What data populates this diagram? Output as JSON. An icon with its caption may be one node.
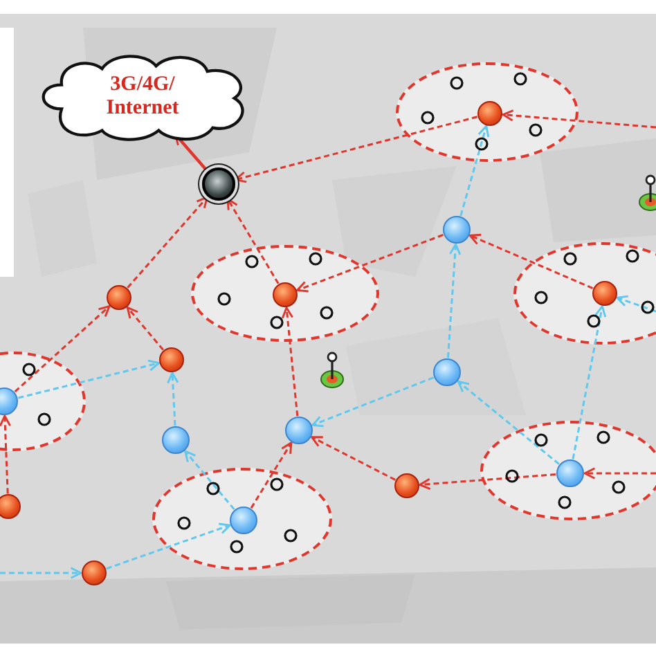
{
  "diagram": {
    "nodes": [
      {
        "text": [
          "3G/4G/ Internet"
        ]
      },
      {
        "text": [],
        "shape": "circle"
      },
      {
        "text": [],
        "shape": "ellipse"
      },
      {
        "text": [],
        "shape": "circle",
        "in": 2
      },
      {
        "text": [],
        "shape": "ellipse"
      },
      {
        "text": [],
        "shape": "circle",
        "in": 4
      },
      {
        "text": [],
        "shape": "circle"
      },
      {
        "text": [],
        "shape": "circle"
      },
      {
        "text": [],
        "shape": "ellipse"
      },
      {
        "text": [],
        "shape": "circle",
        "in": 8
      },
      {
        "text": [],
        "shape": "circle"
      },
      {
        "text": [],
        "shape": "ellipse"
      },
      {
        "text": [],
        "shape": "circle",
        "in": 11
      },
      {
        "text": [],
        "shape": "circle"
      },
      {
        "text": [],
        "shape": "circle"
      },
      {
        "text": [],
        "shape": "circle"
      },
      {
        "text": [],
        "shape": "ellipse"
      },
      {
        "text": [],
        "shape": "circle",
        "in": 16
      },
      {
        "text": [],
        "shape": "circle"
      },
      {
        "text": [],
        "shape": "circle"
      },
      {
        "text": [],
        "shape": "ellipse"
      },
      {
        "text": [],
        "shape": "circle",
        "in": 20
      },
      {
        "text": [],
        "shape": "circle"
      }
    ],
    "edges": [
      {
        "from": 1,
        "to": 0,
        "arrow": "to"
      },
      {
        "from": 3,
        "to": 1,
        "arrow": "to",
        "style": "dashed"
      },
      {
        "from": 6,
        "to": 1,
        "arrow": "to",
        "style": "dashed"
      },
      {
        "from": 5,
        "to": 1,
        "arrow": "to",
        "style": "dashed"
      },
      {
        "from": null,
        "to": 3,
        "arrow": "to",
        "style": "dashed"
      },
      {
        "from": 7,
        "to": 3,
        "arrow": "to",
        "style": "dashed",
        "color": "#5ec8ee"
      },
      {
        "from": 9,
        "to": 7,
        "arrow": "to",
        "style": "dashed"
      },
      {
        "from": 13,
        "to": 7,
        "arrow": "to",
        "style": "dashed",
        "color": "#5ec8ee"
      },
      {
        "from": null,
        "to": 9,
        "arrow": "to",
        "style": "dashed",
        "color": "#5ec8ee"
      },
      {
        "from": 7,
        "to": 5,
        "arrow": "to",
        "style": "dashed"
      },
      {
        "from": 17,
        "to": 9,
        "arrow": "to",
        "style": "dashed",
        "color": "#5ec8ee"
      },
      {
        "from": 14,
        "to": 5,
        "arrow": "to",
        "style": "dashed"
      },
      {
        "from": 13,
        "to": 14,
        "arrow": "to",
        "style": "dashed",
        "color": "#5ec8ee"
      },
      {
        "from": 18,
        "to": 14,
        "arrow": "to",
        "style": "dashed"
      },
      {
        "from": 17,
        "to": 18,
        "arrow": "to",
        "style": "dashed"
      },
      {
        "from": null,
        "to": 17,
        "arrow": "to",
        "style": "dashed"
      },
      {
        "from": 17,
        "to": 13,
        "arrow": "to",
        "style": "dashed",
        "color": "#5ec8ee"
      },
      {
        "from": 21,
        "to": 14,
        "arrow": "to",
        "style": "dashed"
      },
      {
        "from": 21,
        "to": 15,
        "arrow": "to",
        "style": "dashed",
        "color": "#5ec8ee"
      },
      {
        "from": 15,
        "to": 10,
        "arrow": "to",
        "style": "dashed",
        "color": "#5ec8ee"
      },
      {
        "from": 22,
        "to": 21,
        "arrow": "to",
        "style": "dashed",
        "color": "#5ec8ee"
      },
      {
        "from": null,
        "to": 22,
        "arrow": "to",
        "style": "dashed",
        "color": "#5ec8ee"
      },
      {
        "from": 12,
        "to": 10,
        "arrow": "to",
        "style": "dashed",
        "color": "#5ec8ee"
      },
      {
        "from": 12,
        "to": 6,
        "arrow": "to",
        "style": "dashed"
      },
      {
        "from": 10,
        "to": 6,
        "arrow": "to",
        "style": "dashed"
      },
      {
        "from": 19,
        "to": 12,
        "arrow": "to",
        "style": "dashed"
      }
    ]
  }
}
